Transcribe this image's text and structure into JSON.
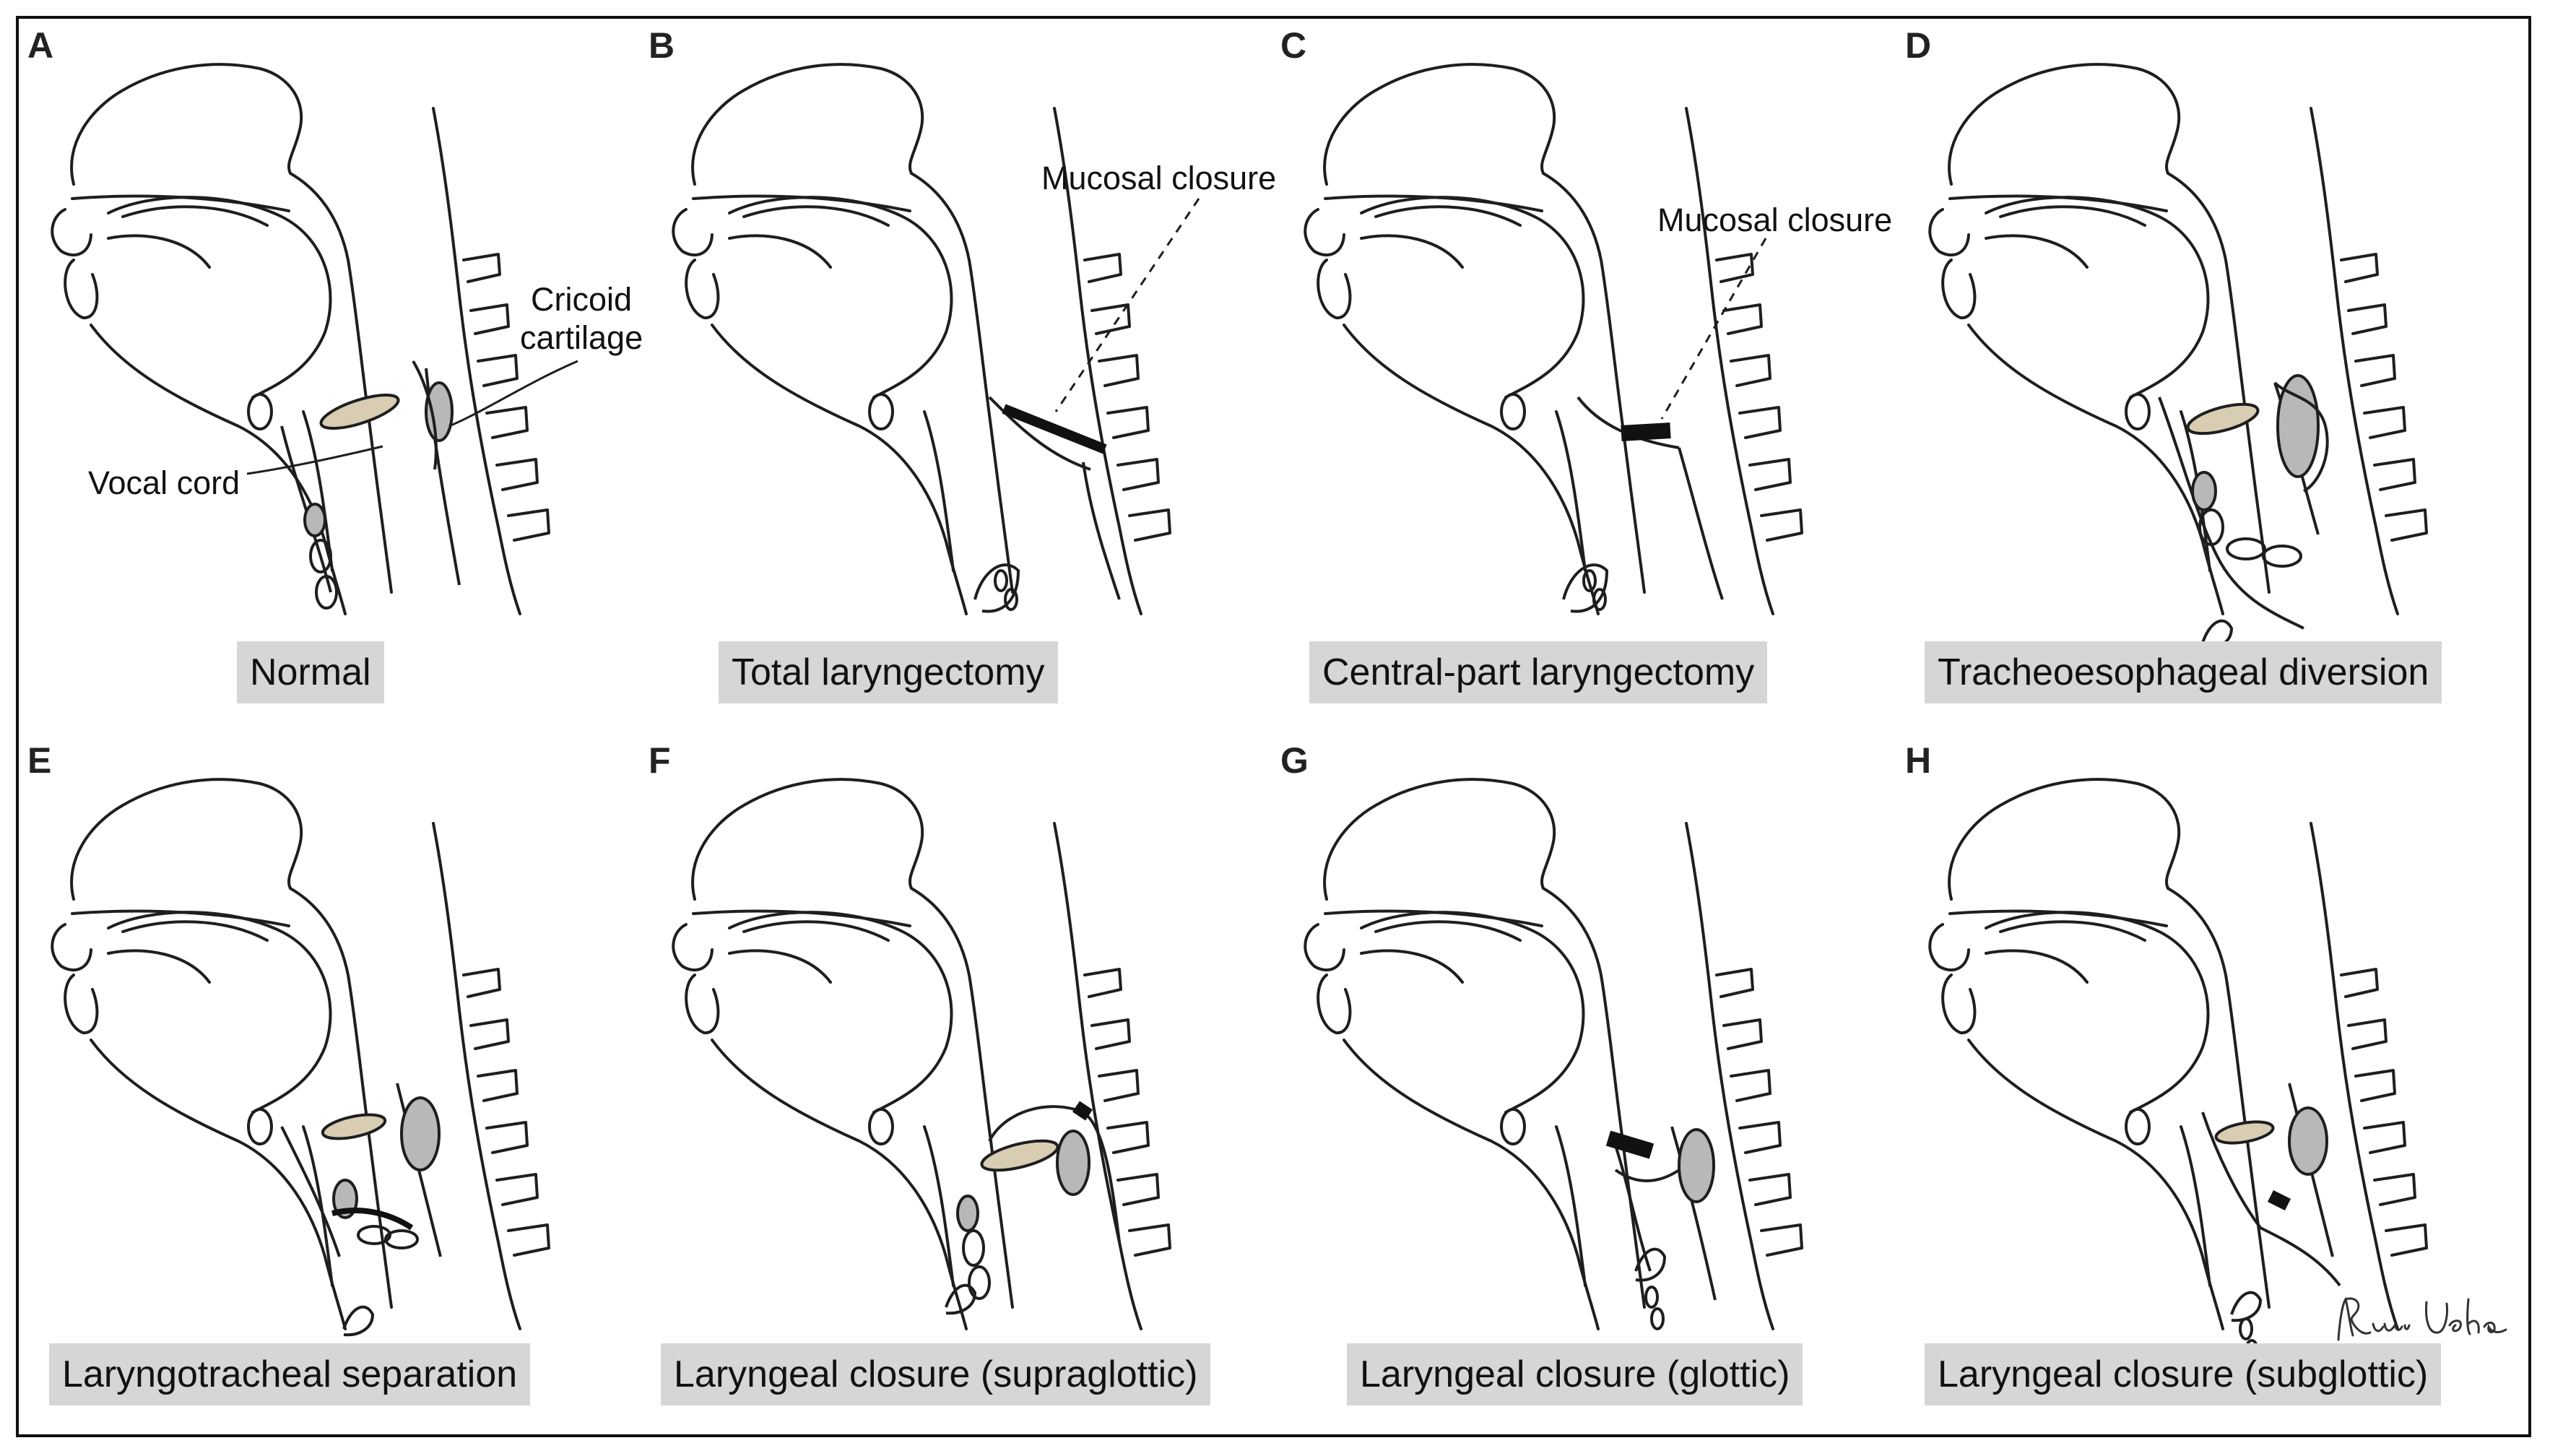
{
  "panels": [
    {
      "letter": "A",
      "caption": "Normal"
    },
    {
      "letter": "B",
      "caption": "Total laryngectomy"
    },
    {
      "letter": "C",
      "caption": "Central-part laryngectomy"
    },
    {
      "letter": "D",
      "caption": "Tracheoesophageal diversion"
    },
    {
      "letter": "E",
      "caption": "Laryngotracheal separation"
    },
    {
      "letter": "F",
      "caption": "Laryngeal closure (supraglottic)"
    },
    {
      "letter": "G",
      "caption": "Laryngeal closure (glottic)"
    },
    {
      "letter": "H",
      "caption": "Laryngeal closure (subglottic)"
    }
  ],
  "annotations": {
    "cricoid_cartilage": "Cricoid\ncartilage",
    "vocal_cord": "Vocal cord",
    "mucosal_closure_b": "Mucosal closure",
    "mucosal_closure_c": "Mucosal closure"
  },
  "signature": "Rumi Ueha",
  "colors": {
    "caption_bg": "#d6d6d6",
    "vocal_cord_fill": "#d8cdb3",
    "cartilage_fill": "#b8b8b8",
    "closure": "#111111"
  }
}
